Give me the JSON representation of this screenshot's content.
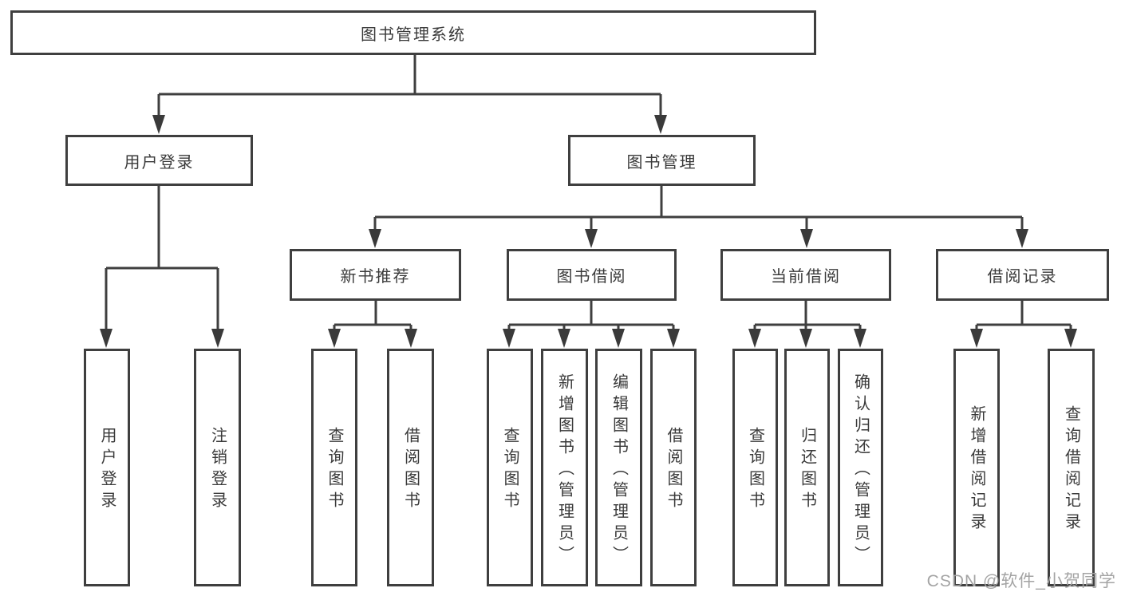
{
  "colors": {
    "line": "#3f3f3f",
    "text": "#3a3a3a",
    "watermark_gray": "#a4a4a4",
    "background": "#ffffff"
  },
  "watermark": "CSDN @软件_小贺同学",
  "tree": {
    "root": {
      "label": "图书管理系统"
    },
    "branches": [
      {
        "label": "用户登录",
        "children": [
          {
            "label": "用户登录"
          },
          {
            "label": "注销登录"
          }
        ]
      },
      {
        "label": "图书管理",
        "children": [
          {
            "label": "新书推荐",
            "children": [
              {
                "label": "查询图书"
              },
              {
                "label": "借阅图书"
              }
            ]
          },
          {
            "label": "图书借阅",
            "children": [
              {
                "label": "查询图书"
              },
              {
                "label": "新增图书（管理员）"
              },
              {
                "label": "编辑图书（管理员）"
              },
              {
                "label": "借阅图书"
              }
            ]
          },
          {
            "label": "当前借阅",
            "children": [
              {
                "label": "查询图书"
              },
              {
                "label": "归还图书"
              },
              {
                "label": "确认归还（管理员）"
              }
            ]
          },
          {
            "label": "借阅记录",
            "children": [
              {
                "label": "新增借阅记录"
              },
              {
                "label": "查询借阅记录"
              }
            ]
          }
        ]
      }
    ]
  }
}
